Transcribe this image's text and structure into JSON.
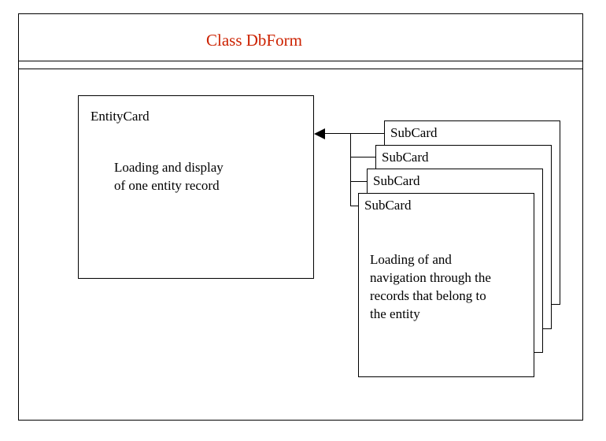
{
  "diagram": {
    "title": "Class DbForm",
    "title_color": "#cc2200",
    "entity_card": {
      "label": "EntityCard",
      "description_line1": "Loading and display",
      "description_line2": "of one entity record"
    },
    "sub_cards": [
      {
        "label": "SubCard"
      },
      {
        "label": "SubCard"
      },
      {
        "label": "SubCard"
      },
      {
        "label": "SubCard"
      }
    ],
    "sub_card_description": [
      "Loading of and",
      "navigation through the",
      "records that belong to",
      "the entity"
    ]
  }
}
